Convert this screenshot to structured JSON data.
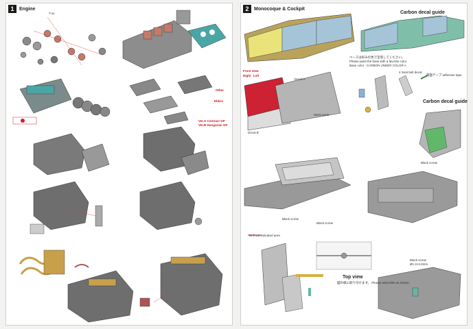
{
  "left_page": {
    "section_number": "1",
    "section_title": "Engine",
    "labels": {
      "other": "Other",
      "ebbro": "Ebbro",
      "ver_a": "Ver.A Contract GP",
      "ver_b": "Ver.B Hungarian GP",
      "callout_top": "T-xx"
    }
  },
  "right_page": {
    "section_number": "2",
    "section_title": "Monocoque & Cockpit",
    "labels": {
      "carbon_guide_1": "Carbon decal guide",
      "carbon_guide_2": "Carbon decal guide",
      "front_view": "Front view",
      "top_view": "Top view",
      "right": "Right",
      "left": "Left",
      "base_color": "Base color : CARBON UNDER COLOR A",
      "paint_note": "Please paint the base with a favorite color",
      "jp_note": "ベースは好みの色で塗装してください。",
      "black_screw_1": "Black screw",
      "black_screw_2": "Black screw",
      "black_screw_3": "Black screw",
      "black_screw_4": "Black screw",
      "black_screw_size": "Ø1.4×3.0mm",
      "adhesive_tape": "両面テープ adhesive tape",
      "seat_belt": "4 Seat belt decal",
      "drill_note": "Drill out indicated area",
      "top_view_note": "図の様に取り付けます。 Please assemble as shown",
      "mesh_parts": "Mesh parts",
      "decal_a": "Decal A",
      "decal_b": "Decal B"
    }
  }
}
